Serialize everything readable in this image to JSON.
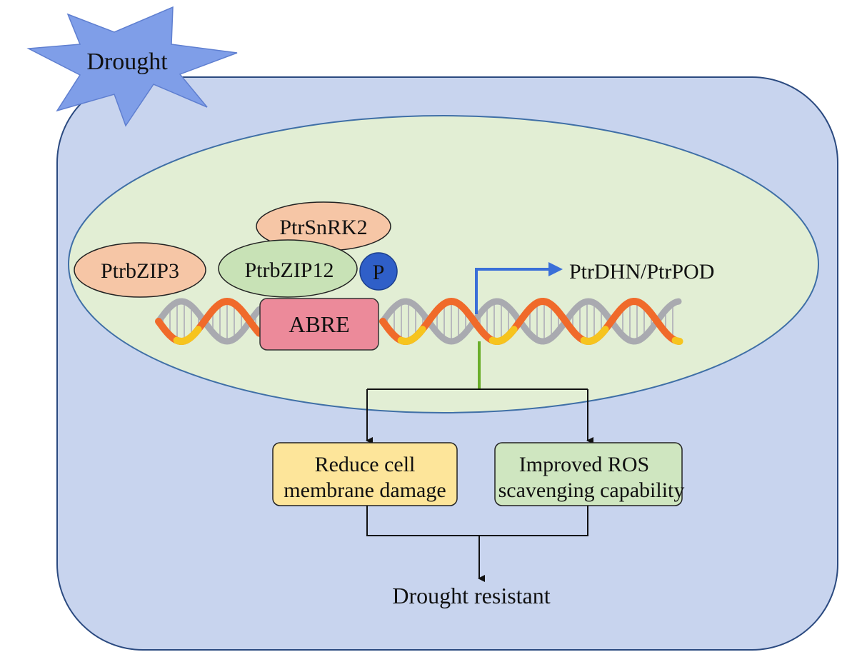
{
  "stimulus": {
    "label": "Drought"
  },
  "proteins": {
    "snrk2": "PtrSnRK2",
    "bzip3": "PtrbZIP3",
    "bzip12": "PtrbZIP12",
    "phospho": "P"
  },
  "promoter": {
    "label": "ABRE"
  },
  "target_genes": {
    "label": "PtrDHN/PtrPOD"
  },
  "effects": {
    "membrane": {
      "line1": "Reduce cell",
      "line2": "membrane damage"
    },
    "ros": {
      "line1": "Improved ROS",
      "line2": "scavenging capability"
    }
  },
  "outcome": {
    "label": "Drought resistant"
  },
  "colors": {
    "cell_fill": "#c8d4ee",
    "cell_stroke": "#2b4a80",
    "nucleus_fill": "#e2eed4",
    "nucleus_stroke": "#3f6fa6",
    "starburst": "#7f9ee8",
    "snrk2_fill": "#f6c6a6",
    "bzip3_fill": "#f6c6a6",
    "bzip12_fill": "#c8e2b6",
    "phospho_fill": "#2f5fc8",
    "abre_fill": "#ec8a9a",
    "membrane_box_fill": "#fde59a",
    "ros_box_fill": "#cfe6c0",
    "arrow_blue": "#3a6fd8",
    "connector_green": "#6aae2a",
    "dna_orange": "#f06a2a",
    "dna_yellow": "#f6c41e",
    "dna_gray": "#a9aab0"
  }
}
